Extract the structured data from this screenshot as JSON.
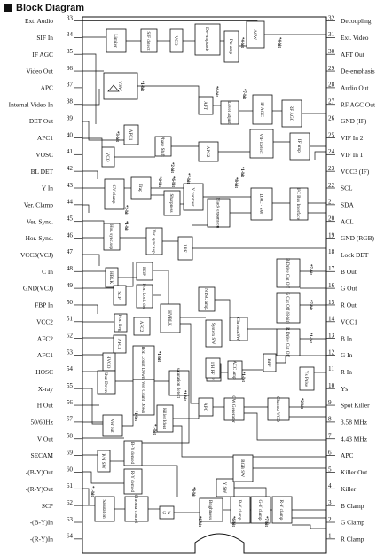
{
  "title": "Block Diagram",
  "left_pins": [
    {
      "num": "33",
      "label": "Ext. Audio"
    },
    {
      "num": "34",
      "label": "SIF In"
    },
    {
      "num": "35",
      "label": "IF AGC"
    },
    {
      "num": "36",
      "label": "Video Out"
    },
    {
      "num": "37",
      "label": "APC"
    },
    {
      "num": "38",
      "label": "Internal Video In"
    },
    {
      "num": "39",
      "label": "DET Out"
    },
    {
      "num": "40",
      "label": "APC1"
    },
    {
      "num": "41",
      "label": "VOSC"
    },
    {
      "num": "42",
      "label": "BL DET"
    },
    {
      "num": "43",
      "label": "Y In"
    },
    {
      "num": "44",
      "label": "Ver. Clamp"
    },
    {
      "num": "45",
      "label": "Ver. Sync."
    },
    {
      "num": "46",
      "label": "Hor. Sync."
    },
    {
      "num": "47",
      "label": "VCC3(VCJ)"
    },
    {
      "num": "48",
      "label": "C In"
    },
    {
      "num": "49",
      "label": "GND(VCJ)"
    },
    {
      "num": "50",
      "label": "FBP In"
    },
    {
      "num": "51",
      "label": "VCC2"
    },
    {
      "num": "52",
      "label": "AFC2"
    },
    {
      "num": "53",
      "label": "AFC1"
    },
    {
      "num": "54",
      "label": "HOSC"
    },
    {
      "num": "55",
      "label": "X-ray"
    },
    {
      "num": "56",
      "label": "H Out"
    },
    {
      "num": "57",
      "label": "50/60Hz"
    },
    {
      "num": "58",
      "label": "V Out"
    },
    {
      "num": "59",
      "label": "SECAM"
    },
    {
      "num": "60",
      "label": "-(B-Y)Out"
    },
    {
      "num": "61",
      "label": "-(R-Y)Out"
    },
    {
      "num": "62",
      "label": "SCP"
    },
    {
      "num": "63",
      "label": "-(B-Y)In"
    },
    {
      "num": "64",
      "label": "-(R-Y)In"
    }
  ],
  "right_pins": [
    {
      "num": "32",
      "label": "Decoupling"
    },
    {
      "num": "31",
      "label": "Ext. Video"
    },
    {
      "num": "30",
      "label": "AFT Out"
    },
    {
      "num": "29",
      "label": "De-emphasis"
    },
    {
      "num": "28",
      "label": "Audio Out"
    },
    {
      "num": "27",
      "label": "RF AGC Out"
    },
    {
      "num": "26",
      "label": "GND (IF)"
    },
    {
      "num": "25",
      "label": "VIF In 2"
    },
    {
      "num": "24",
      "label": "VIF In 1"
    },
    {
      "num": "23",
      "label": "VCC3 (IF)"
    },
    {
      "num": "22",
      "label": "SCL"
    },
    {
      "num": "21",
      "label": "SDA"
    },
    {
      "num": "20",
      "label": "ACL"
    },
    {
      "num": "19",
      "label": "GND (RGB)"
    },
    {
      "num": "18",
      "label": "Lock DET"
    },
    {
      "num": "17",
      "label": "B Out"
    },
    {
      "num": "16",
      "label": "G Out"
    },
    {
      "num": "15",
      "label": "R Out"
    },
    {
      "num": "14",
      "label": "VCC1"
    },
    {
      "num": "13",
      "label": "B In"
    },
    {
      "num": "12",
      "label": "G In"
    },
    {
      "num": "11",
      "label": "R In"
    },
    {
      "num": "10",
      "label": "Ys"
    },
    {
      "num": "9",
      "label": "Spot Killer"
    },
    {
      "num": "8",
      "label": "3.58 MHz"
    },
    {
      "num": "7",
      "label": "4.43 MHz"
    },
    {
      "num": "6",
      "label": "APC"
    },
    {
      "num": "5",
      "label": "Killer Out"
    },
    {
      "num": "4",
      "label": "Killer"
    },
    {
      "num": "3",
      "label": "B Clamp"
    },
    {
      "num": "2",
      "label": "G Clamp"
    },
    {
      "num": "1",
      "label": "R Clamp"
    }
  ],
  "blocks": [
    {
      "id": "limiter",
      "label": "Limiter"
    },
    {
      "id": "sif-detect",
      "label": "SIF detect"
    },
    {
      "id": "vco-sif",
      "label": "VCO"
    },
    {
      "id": "de-emphasis",
      "label": "De-emphasis"
    },
    {
      "id": "pre-amp",
      "label": "Pre amp"
    },
    {
      "id": "asw",
      "label": "ASW"
    },
    {
      "id": "vsw",
      "label": "VSW"
    },
    {
      "id": "aft",
      "label": "AFT"
    },
    {
      "id": "level-adjust",
      "label": "Level adjust"
    },
    {
      "id": "if-agc",
      "label": "IF AGC"
    },
    {
      "id": "rf-agc",
      "label": "RF AGC"
    },
    {
      "id": "afc1-top",
      "label": "AFC1"
    },
    {
      "id": "vco-vif",
      "label": "VCO"
    },
    {
      "id": "phase-shift",
      "label": "Phase Shift"
    },
    {
      "id": "apc2",
      "label": "APC2"
    },
    {
      "id": "vif-detect",
      "label": "VIF Detect"
    },
    {
      "id": "if-amp",
      "label": "IF amp."
    },
    {
      "id": "cv-clamp",
      "label": "CV clamp"
    },
    {
      "id": "trap",
      "label": "Trap"
    },
    {
      "id": "sharpness",
      "label": "Sharpness"
    },
    {
      "id": "y-contrast",
      "label": "Y contrast"
    },
    {
      "id": "black-expansion",
      "label": "Black expansion"
    },
    {
      "id": "dac-sw",
      "label": "DAC · SW"
    },
    {
      "id": "i2c-interface",
      "label": "I²C Bus Interface"
    },
    {
      "id": "hor-sync-sep",
      "label": "Hor. sync.sep"
    },
    {
      "id": "ver-sync-sep",
      "label": "Ver. sync.sep"
    },
    {
      "id": "lpf",
      "label": "LPF"
    },
    {
      "id": "hblk",
      "label": "HBLK"
    },
    {
      "id": "bgp",
      "label": "BGP"
    },
    {
      "id": "scp",
      "label": "SCP"
    },
    {
      "id": "hor-lock-det",
      "label": "Hor. Lock det"
    },
    {
      "id": "hor-reg",
      "label": "Hor. Reg"
    },
    {
      "id": "hvblk",
      "label": "HVBLK"
    },
    {
      "id": "ntsc-amp",
      "label": "NTSC amp."
    },
    {
      "id": "chroma-sw",
      "label": "Chroma SW"
    },
    {
      "id": "system-sw",
      "label": "System SW"
    },
    {
      "id": "afc2",
      "label": "AFC2"
    },
    {
      "id": "afc1",
      "label": "AFC1"
    },
    {
      "id": "hvco",
      "label": "HVCO"
    },
    {
      "id": "hor-count-down",
      "label": "Hor. Count Down"
    },
    {
      "id": "ver-count-down",
      "label": "Ver. Count Down"
    },
    {
      "id": "saturation-detect",
      "label": "saturation detect"
    },
    {
      "id": "shut-down",
      "label": "Shut Down"
    },
    {
      "id": "ver-out",
      "label": "Ver out"
    },
    {
      "id": "by-demod",
      "label": "B-Y demod"
    },
    {
      "id": "ry-demod",
      "label": "R-Y demod"
    },
    {
      "id": "pnsw",
      "label": "P/N SW"
    },
    {
      "id": "killer-ident",
      "label": "Killer Ident"
    },
    {
      "id": "apc",
      "label": "APC"
    },
    {
      "id": "cw-generator",
      "label": "CW Generator"
    },
    {
      "id": "acc-amp",
      "label": "ACC amp"
    },
    {
      "id": "acc-det",
      "label": "ACC det"
    },
    {
      "id": "bpf",
      "label": "BPF"
    },
    {
      "id": "one-h-ff",
      "label": "1/H FF"
    },
    {
      "id": "b-drive",
      "label": "B Drive Cut Off"
    },
    {
      "id": "g-cutoff",
      "label": "G Cut Off (8-bit)"
    },
    {
      "id": "r-drive",
      "label": "R Drive Cut Off"
    },
    {
      "id": "ys-pulse",
      "label": "Ys Pulse"
    },
    {
      "id": "chroma-vco",
      "label": "Chroma VCO"
    },
    {
      "id": "saturation",
      "label": "Saturation"
    },
    {
      "id": "chroma-control",
      "label": "Chroma control"
    },
    {
      "id": "g-y",
      "label": "G-Y"
    },
    {
      "id": "brightness",
      "label": "Brightness"
    },
    {
      "id": "b-y-clamp",
      "label": "B-Y clamp"
    },
    {
      "id": "g-y-clamp",
      "label": "G-Y clamp"
    },
    {
      "id": "r-y-clamp",
      "label": "R-Y clamp"
    },
    {
      "id": "y-sw",
      "label": "Y SW"
    },
    {
      "id": "rgb-sw",
      "label": "RGB SW"
    },
    {
      "id": "bit-4-1",
      "label": "*4-bit"
    },
    {
      "id": "bit-4-2",
      "label": "*4-bit"
    },
    {
      "id": "bit-1-1",
      "label": "*1-bit"
    },
    {
      "id": "bit-6-1",
      "label": "*6-bit"
    },
    {
      "id": "bit-7-1",
      "label": "*7-bit"
    },
    {
      "id": "bit-3-1",
      "label": "*3-bit"
    },
    {
      "id": "bit-2-1",
      "label": "*2-bit"
    },
    {
      "id": "bit-1-2",
      "label": "*1-bit"
    },
    {
      "id": "bit-2-2",
      "label": "*2-bit"
    },
    {
      "id": "bit-6-2",
      "label": "*6-bit"
    },
    {
      "id": "bit-6-3",
      "label": "*6-bit"
    },
    {
      "id": "bit-7-2",
      "label": "*7-bit"
    },
    {
      "id": "bit-8-1",
      "label": "*8-bit"
    },
    {
      "id": "bit-1-3",
      "label": "*1-bit"
    },
    {
      "id": "bit-1-4",
      "label": "*1-bit"
    },
    {
      "id": "bit-7-3",
      "label": "*7-bit"
    },
    {
      "id": "bit-7-4",
      "label": "*7-bit"
    },
    {
      "id": "bit-6-4",
      "label": "*6-bit"
    },
    {
      "id": "bit-6-5",
      "label": "*6-bit"
    },
    {
      "id": "bit-7-5",
      "label": "*7-bit"
    },
    {
      "id": "bit-8-2",
      "label": "*8-bit"
    },
    {
      "id": "bit-1-5",
      "label": "*1-bit"
    },
    {
      "id": "bit-1-6",
      "label": "*1-bit"
    },
    {
      "id": "bit-1-7",
      "label": "*1-bit"
    },
    {
      "id": "bit-1-8",
      "label": "*1-bit"
    },
    {
      "id": "bit-2-3",
      "label": "*2-bit"
    },
    {
      "id": "bit-1-9",
      "label": "*1-bit"
    },
    {
      "id": "bit-1-10",
      "label": "*1-bit"
    }
  ]
}
